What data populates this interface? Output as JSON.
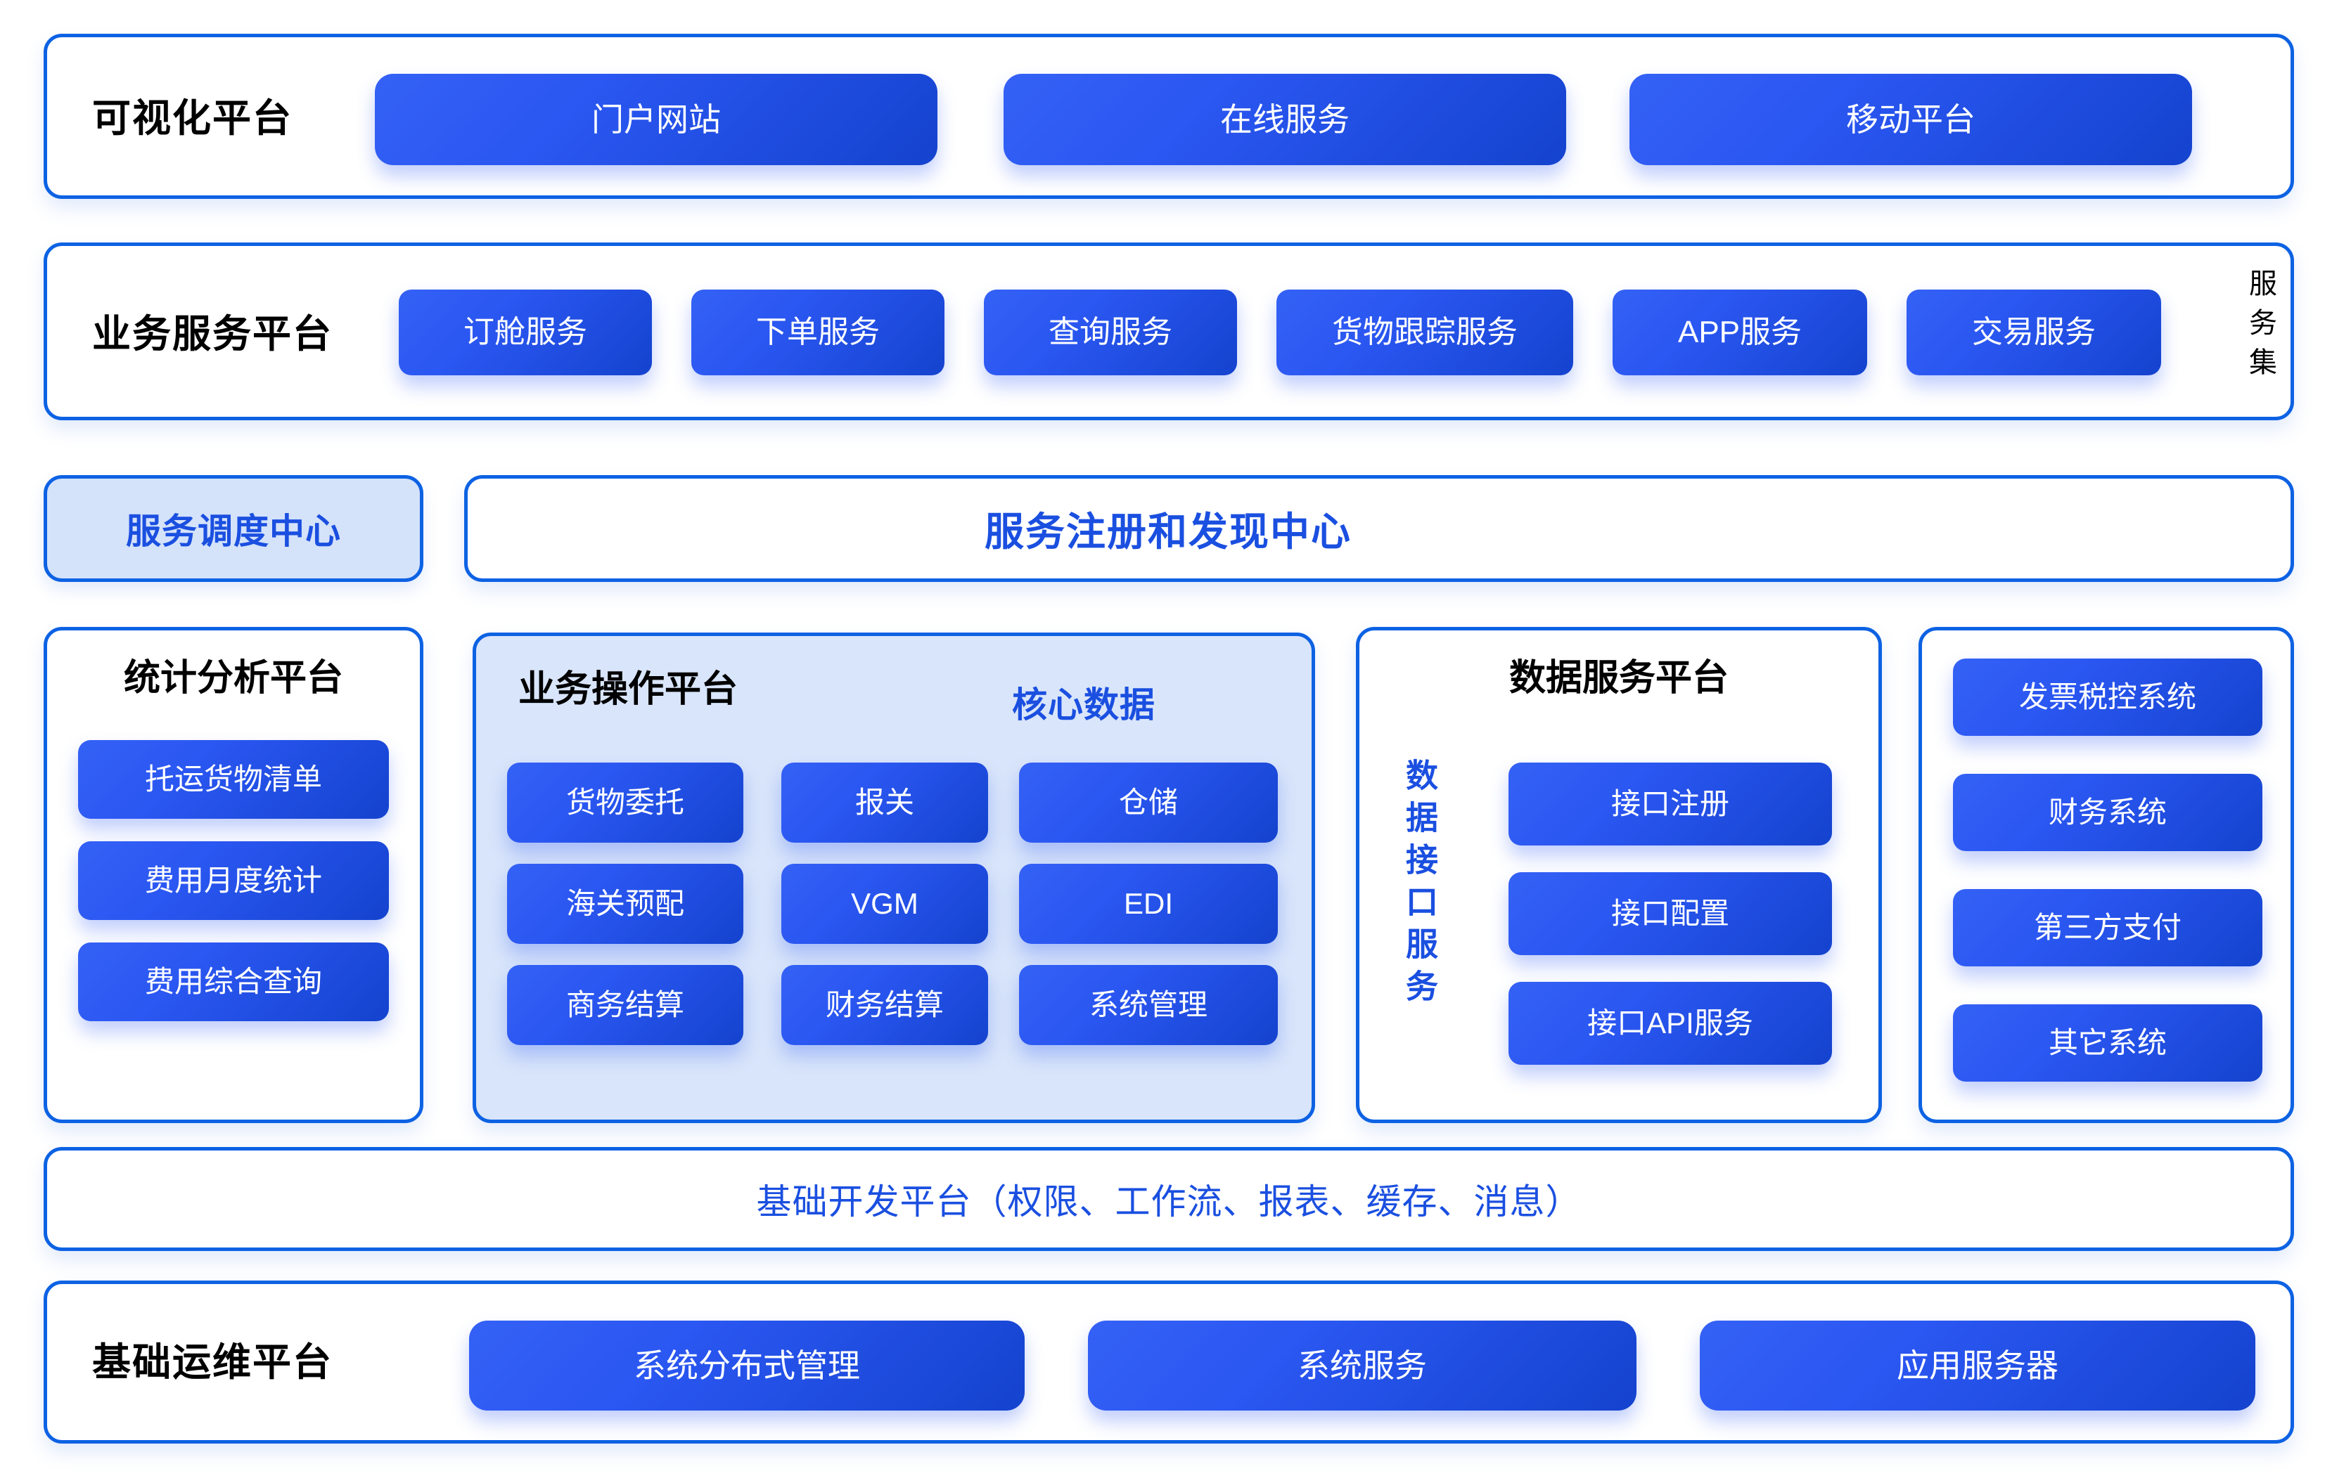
{
  "colors": {
    "border_blue": "#0D62E3",
    "chip_gradient_from": "#3461F5",
    "chip_gradient_to": "#1443CE",
    "accent_text_blue": "#1A4FE0",
    "panel_light_blue": "#D9E5FA",
    "dispatch_bg": "#D4E2FA",
    "page_bg": "#FFFFFF"
  },
  "rows": {
    "visualization": {
      "title": "可视化平台",
      "items": [
        "门户网站",
        "在线服务",
        "移动平台"
      ]
    },
    "business_service": {
      "title": "业务服务平台",
      "side_label": "服务集",
      "items": [
        "订舱服务",
        "下单服务",
        "查询服务",
        "货物跟踪服务",
        "APP服务",
        "交易服务"
      ]
    },
    "registry": {
      "dispatch_center": "服务调度中心",
      "registry_center": "服务注册和发现中心"
    },
    "middle": {
      "stats_platform": {
        "title": "统计分析平台",
        "items": [
          "托运货物清单",
          "费用月度统计",
          "费用综合查询"
        ]
      },
      "ops_platform": {
        "title": "业务操作平台",
        "core_data_label": "核心数据",
        "items": [
          "货物委托",
          "报关",
          "仓储",
          "海关预配",
          "VGM",
          "EDI",
          "商务结算",
          "财务结算",
          "系统管理"
        ]
      },
      "data_platform": {
        "title": "数据服务平台",
        "side_label": "数据接口服务",
        "items": [
          "接口注册",
          "接口配置",
          "接口API服务"
        ]
      },
      "external_systems": {
        "items": [
          "发票税控系统",
          "财务系统",
          "第三方支付",
          "其它系统"
        ]
      }
    },
    "basic_dev": {
      "label": "基础开发平台（权限、工作流、报表、缓存、消息）"
    },
    "basic_ops": {
      "title": "基础运维平台",
      "items": [
        "系统分布式管理",
        "系统服务",
        "应用服务器"
      ]
    }
  }
}
